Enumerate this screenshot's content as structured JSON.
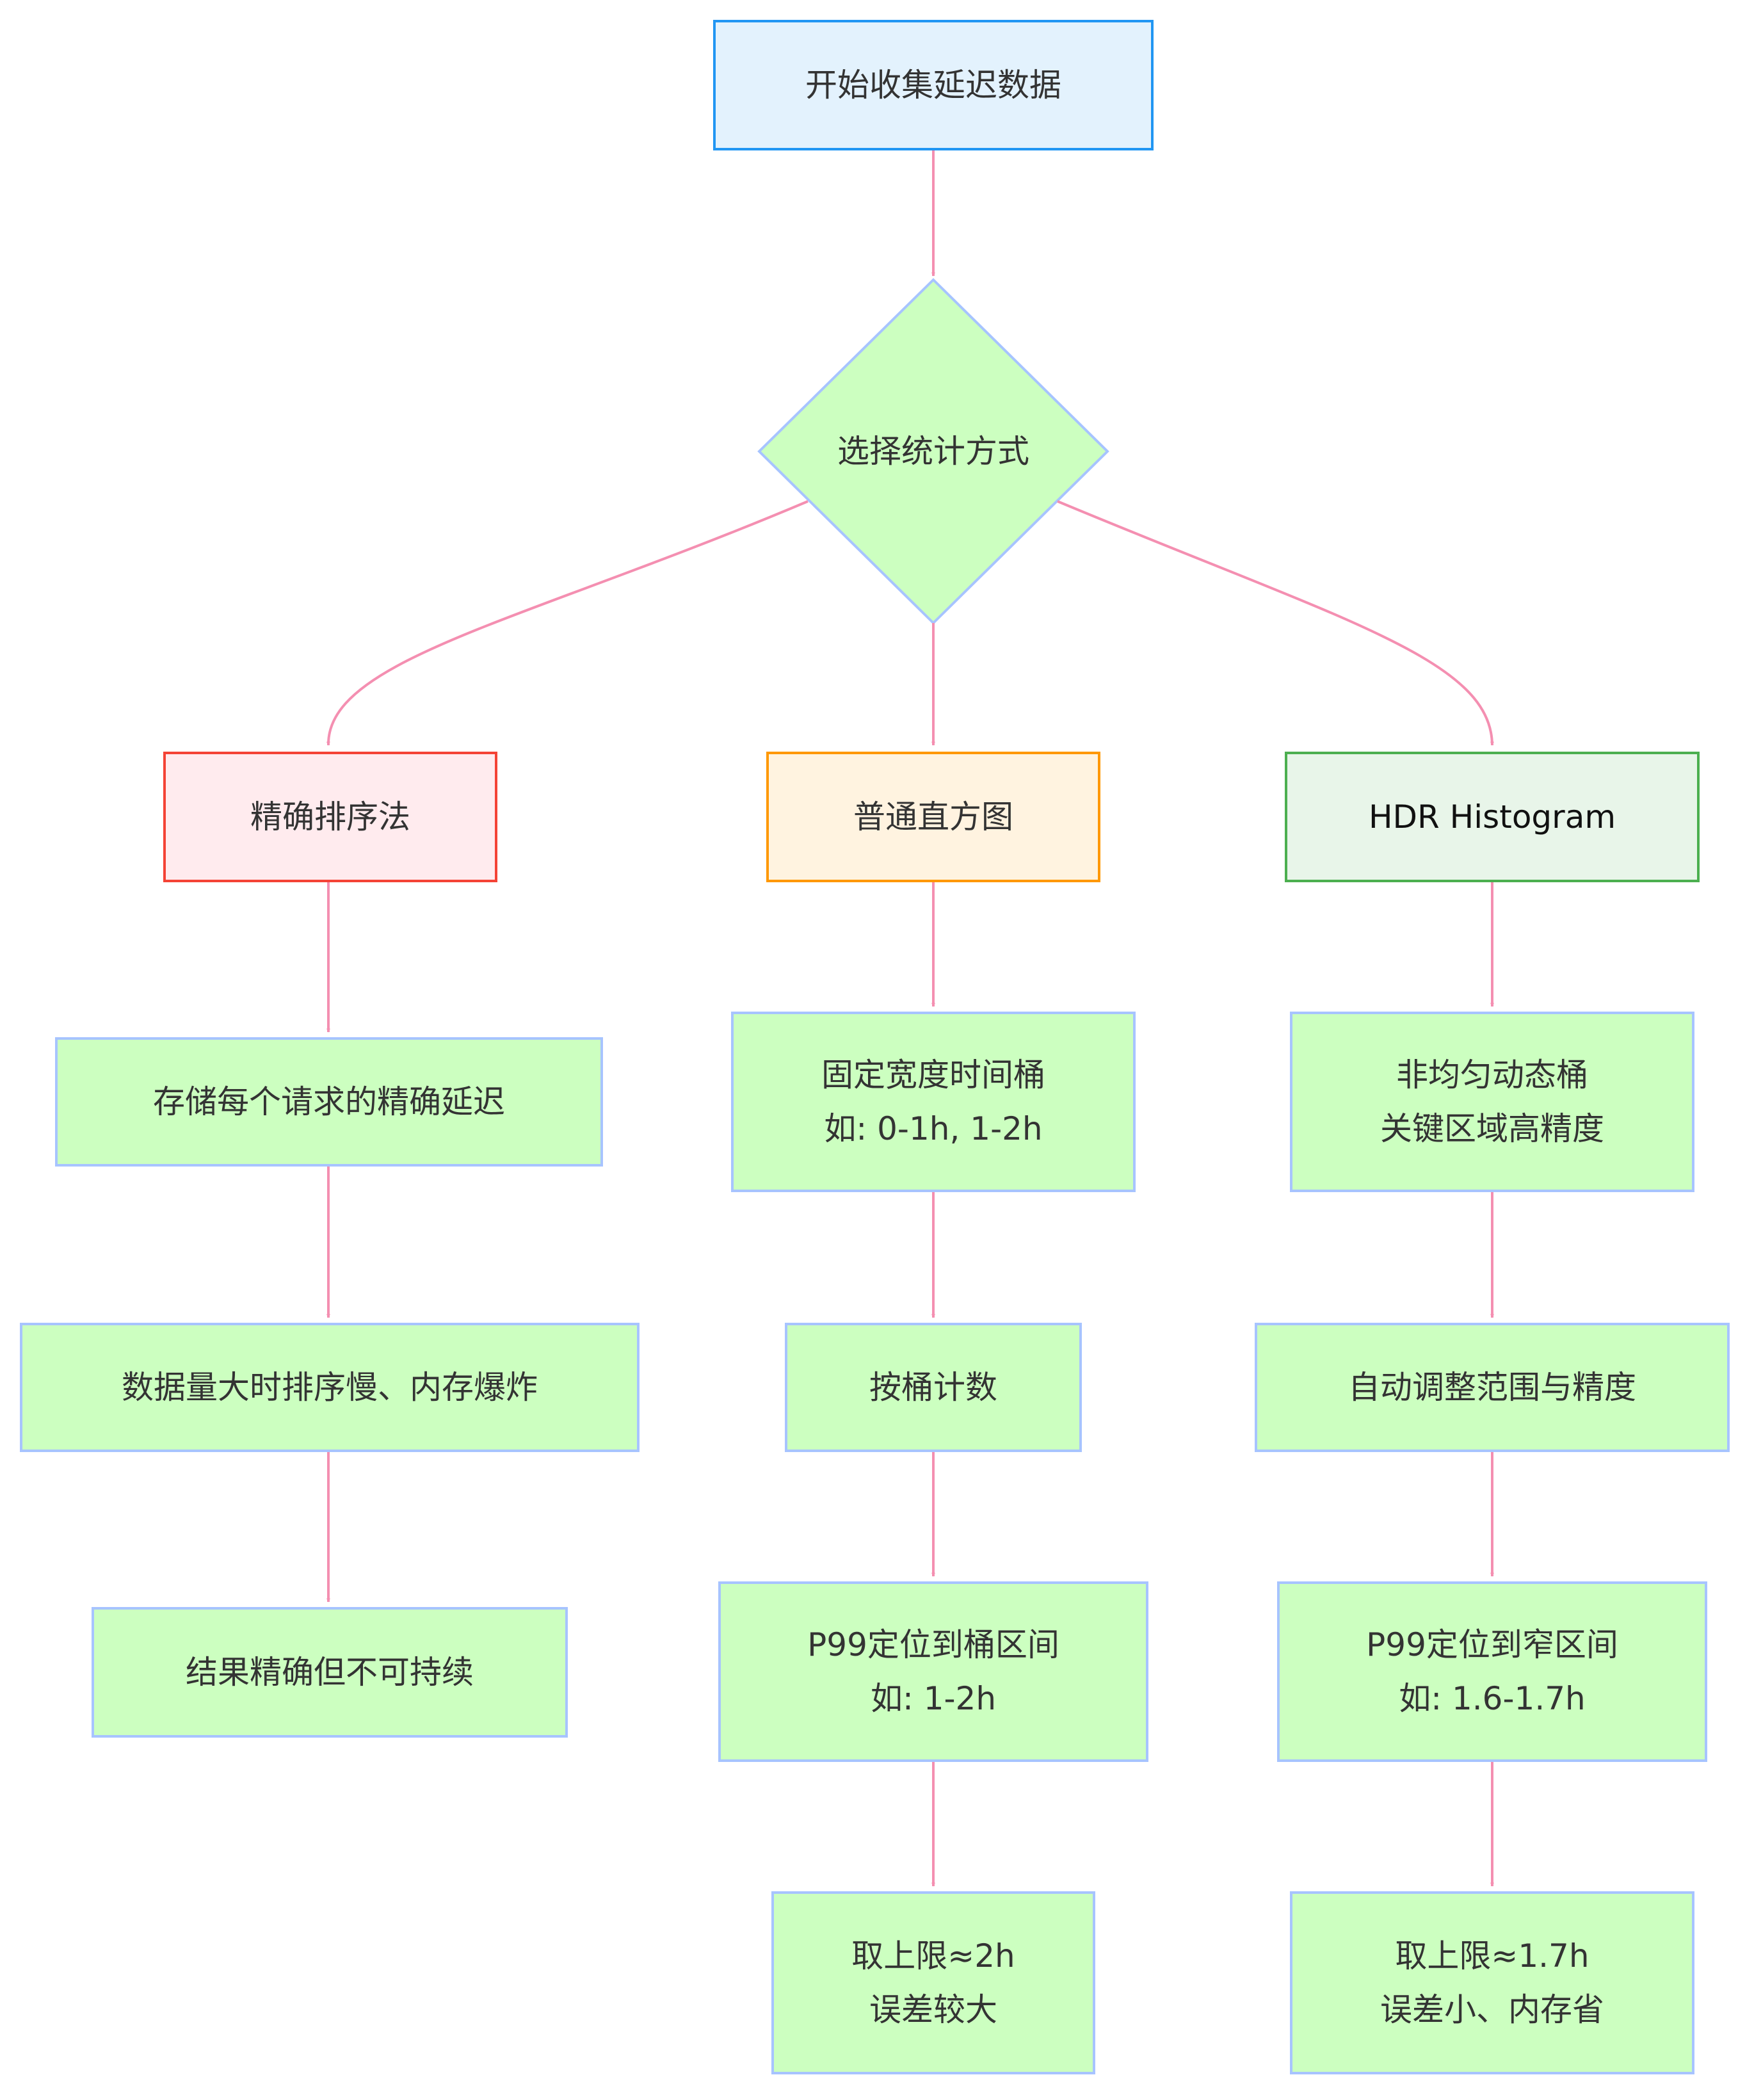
{
  "nodes": {
    "start": "开始收集延迟数据",
    "decision": "选择统计方式",
    "exact_sort": "精确排序法",
    "normal_hist": "普通直方图",
    "hdr_hist": "HDR Histogram",
    "store_each": "存储每个请求的精确延迟",
    "big_data": "数据量大时排序慢、内存爆炸",
    "exact_result": "结果精确但不可持续",
    "fixed_buckets": [
      "固定宽度时间桶",
      "如: 0-1h, 1-2h"
    ],
    "count_bucket": "按桶计数",
    "p99_bucket": [
      "P99定位到桶区间",
      "如: 1-2h"
    ],
    "upper_2h": [
      "取上限≈2h",
      "误差较大"
    ],
    "nonuniform": [
      "非均匀动态桶",
      "关键区域高精度"
    ],
    "auto_adjust": "自动调整范围与精度",
    "p99_narrow": [
      "P99定位到窄区间",
      "如: 1.6-1.7h"
    ],
    "upper_17h": [
      "取上限≈1.7h",
      "误差小、内存省"
    ]
  },
  "colors": {
    "edge": "#f48fb1",
    "decision_fill": "#ccffc0",
    "decision_stroke": "#a7c4ff"
  }
}
